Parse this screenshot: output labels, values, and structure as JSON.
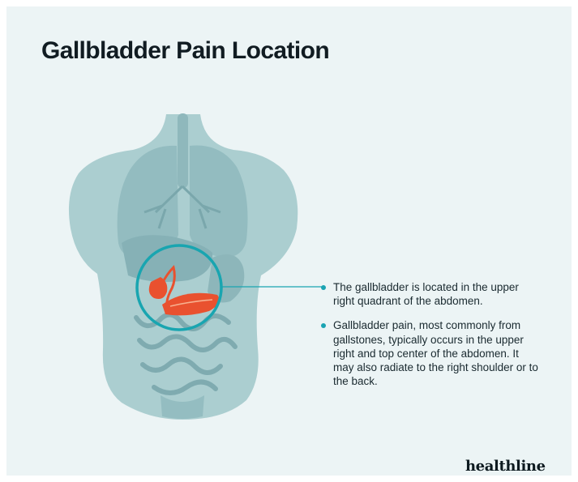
{
  "title": "Gallbladder Pain Location",
  "bullets": [
    "The gallbladder is located in the upper right quadrant of the abdomen.",
    "Gallbladder pain, most commonly from gallstones, typically occurs in the upper right and top center of the abdomen. It may also radiate to the right shoulder or to the back."
  ],
  "brand": "healthline",
  "colors": {
    "background": "#ecf4f5",
    "body": "#a6c9cc",
    "organ": "#8fb7bb",
    "gallbladder": "#e84a2c",
    "highlight_ring": "#19a5b0"
  }
}
